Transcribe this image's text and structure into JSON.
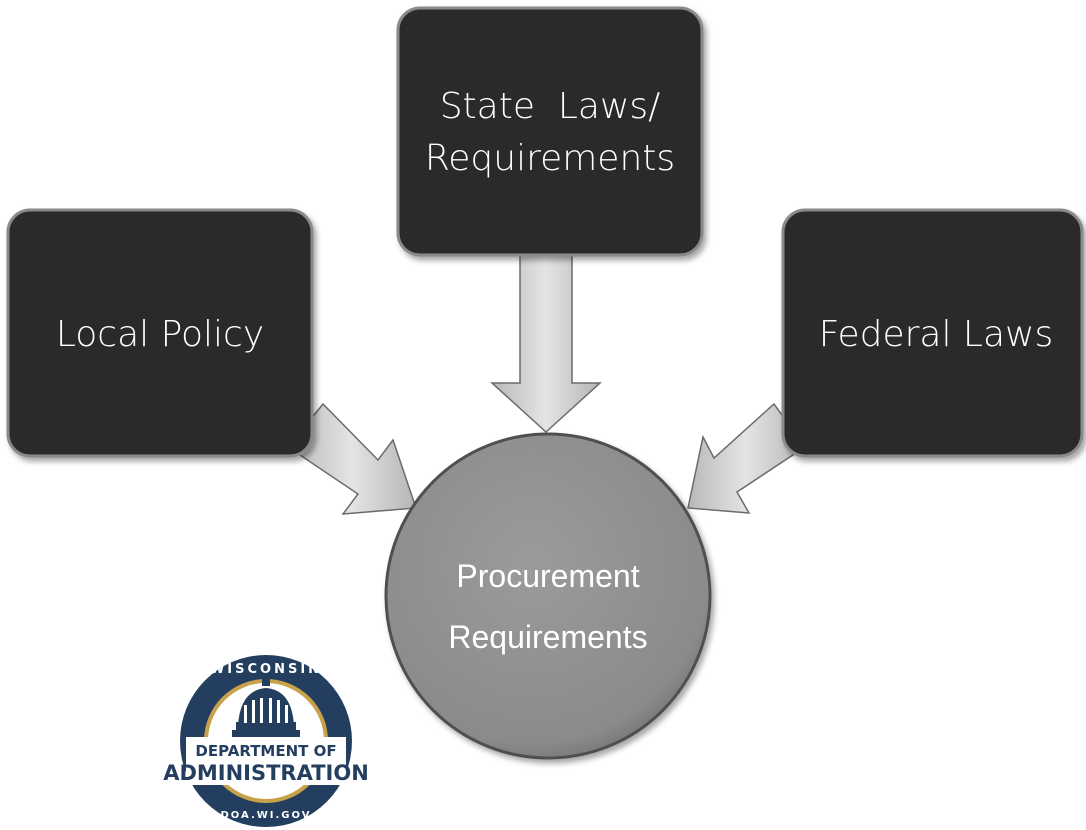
{
  "diagram": {
    "top_box": {
      "line1": "State  Laws/",
      "line2": "Requirements"
    },
    "left_box": {
      "label": "Local Policy"
    },
    "right_box": {
      "label": "Federal Laws"
    },
    "center": {
      "line1": "Procurement",
      "line2": "Requirements"
    }
  },
  "logo": {
    "arc_top": "WISCONSIN",
    "line1": "DEPARTMENT OF",
    "line2": "ADMINISTRATION",
    "arc_bottom": "DOA.WI.GOV"
  },
  "colors": {
    "box_fill": "#2b2b2b",
    "circle_fill": "#8c8d8e",
    "arrow_fill": "#c9c9c9",
    "logo_navy": "#243e5f",
    "logo_gold": "#c8a24a"
  }
}
